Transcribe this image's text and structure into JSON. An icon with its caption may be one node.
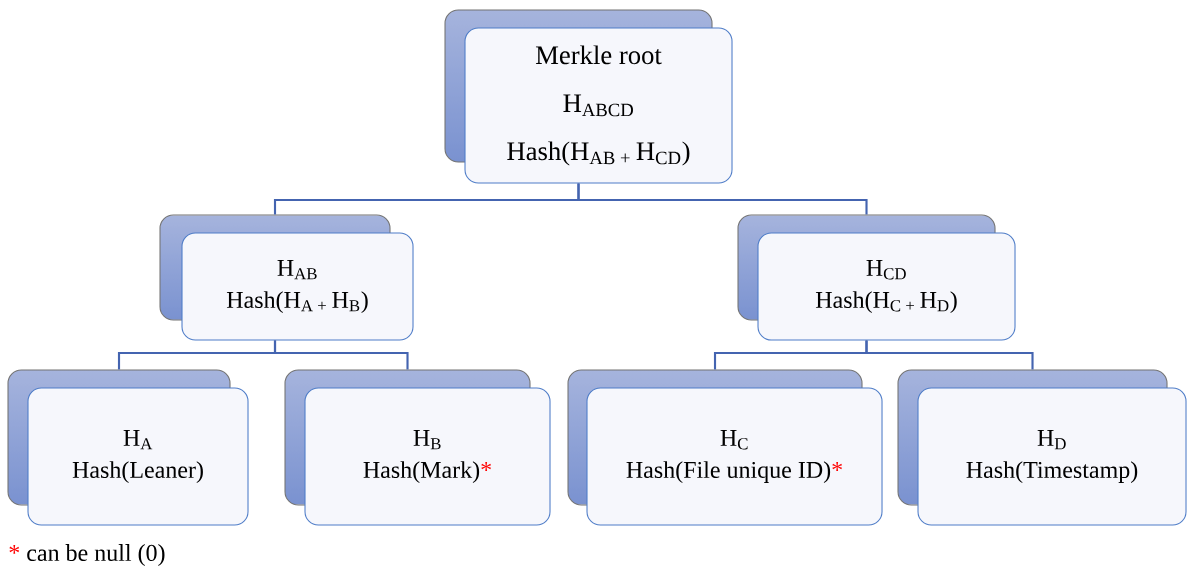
{
  "diagram": {
    "nodes": [
      {
        "text": [
          "Merkle root",
          "H$_{ABCD}$",
          "Hash(H$_{AB + }$H$_{CD}$)"
        ]
      },
      {
        "text": [
          "H$_{AB}$",
          "Hash(H$_{A + }$H$_{B}$)"
        ]
      },
      {
        "text": [
          "H$_{CD}$",
          "Hash(H$_{C + }$H$_{D}$)"
        ]
      },
      {
        "text": [
          "H$_{A}$",
          "Hash(Leaner)"
        ]
      },
      {
        "text": [
          "H$_{B}$",
          "Hash(Mark)",
          "*"
        ]
      },
      {
        "text": [
          "H$_{C}$",
          "Hash(File unique ID)",
          "*"
        ]
      },
      {
        "text": [
          "H$_{D}$",
          "Hash(Timestamp)"
        ]
      }
    ],
    "edges": [
      {
        "from": 0,
        "to": 1,
        "arrow": "none"
      },
      {
        "from": 0,
        "to": 2,
        "arrow": "none"
      },
      {
        "from": 1,
        "to": 3,
        "arrow": "none"
      },
      {
        "from": 1,
        "to": 4,
        "arrow": "none"
      },
      {
        "from": 2,
        "to": 5,
        "arrow": "none"
      },
      {
        "from": 2,
        "to": 6,
        "arrow": "none"
      }
    ],
    "labels": [
      "*",
      "can be null (0)"
    ]
  }
}
